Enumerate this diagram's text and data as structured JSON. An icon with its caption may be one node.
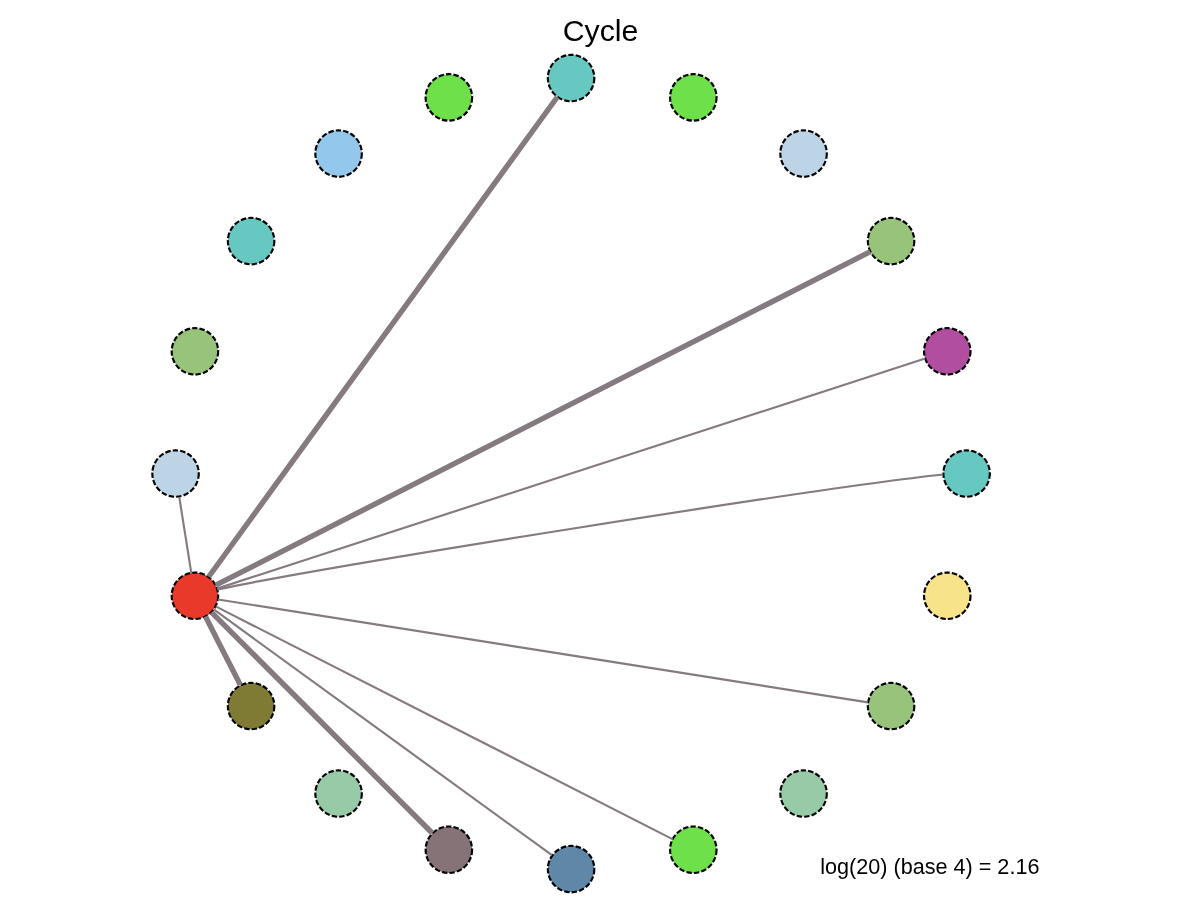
{
  "diagram": {
    "title": "Cycle",
    "nodes": [
      {
        "text": [],
        "shape": "circle"
      },
      {
        "text": [],
        "shape": "circle"
      },
      {
        "text": [],
        "shape": "circle"
      },
      {
        "text": [],
        "shape": "circle"
      },
      {
        "text": [],
        "shape": "circle"
      },
      {
        "text": [],
        "shape": "circle"
      },
      {
        "text": [],
        "shape": "circle"
      },
      {
        "text": [],
        "shape": "circle"
      },
      {
        "text": [],
        "shape": "circle"
      },
      {
        "text": [],
        "shape": "circle"
      },
      {
        "text": [],
        "shape": "circle"
      },
      {
        "text": [],
        "shape": "circle"
      },
      {
        "text": [],
        "shape": "circle"
      },
      {
        "text": [],
        "shape": "circle"
      },
      {
        "text": [],
        "shape": "circle"
      },
      {
        "text": [],
        "shape": "circle"
      },
      {
        "text": [],
        "shape": "circle"
      },
      {
        "text": [],
        "shape": "circle"
      },
      {
        "text": [],
        "shape": "circle"
      },
      {
        "text": [],
        "shape": "circle"
      }
    ],
    "edges": [
      {
        "from": 0,
        "to": 2,
        "arrow": "none"
      },
      {
        "from": 0,
        "to": 4,
        "arrow": "none"
      },
      {
        "from": 0,
        "to": 5,
        "arrow": "none"
      },
      {
        "from": 0,
        "to": 6,
        "arrow": "none",
        "style": "thick"
      },
      {
        "from": 0,
        "to": 8,
        "arrow": "none",
        "style": "thick"
      },
      {
        "from": 0,
        "to": 9,
        "arrow": "none"
      },
      {
        "from": 0,
        "to": 14,
        "arrow": "none",
        "style": "thick"
      },
      {
        "from": 0,
        "to": 17,
        "arrow": "none",
        "style": "thick"
      },
      {
        "from": 0,
        "to": 18,
        "arrow": "none"
      },
      {
        "from": 0,
        "to": 19,
        "arrow": "none"
      }
    ],
    "labels": [
      "log(20) (base 4) = 2.16"
    ]
  }
}
